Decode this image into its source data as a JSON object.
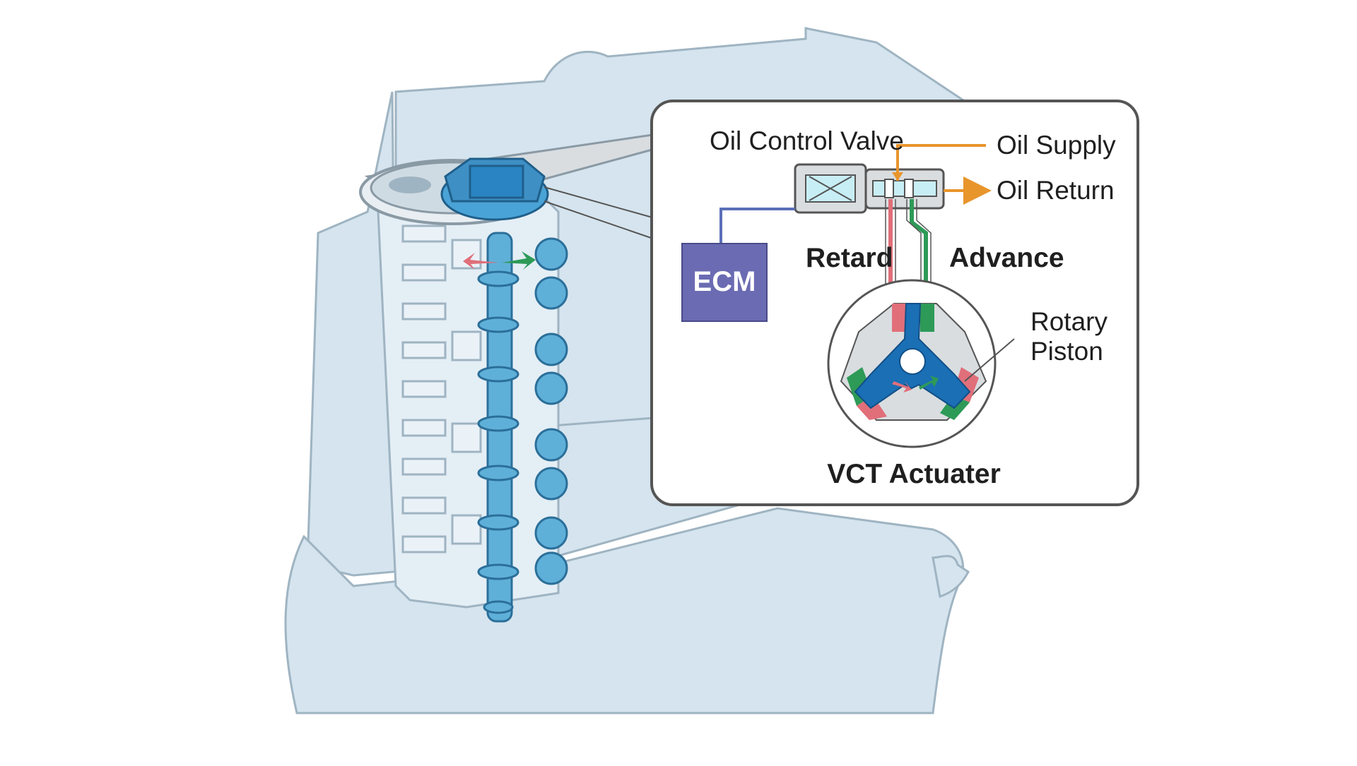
{
  "labels": {
    "oil_control_valve": "Oil Control Valve",
    "oil_supply": "Oil Supply",
    "oil_return": "Oil Return",
    "ecm": "ECM",
    "retard": "Retard",
    "advance": "Advance",
    "rotary_piston_line1": "Rotary",
    "rotary_piston_line2": "Piston",
    "vct_actuater": "VCT Actuater"
  },
  "colors": {
    "engine_fill": "#d5e4ee",
    "engine_stroke": "#9fb4c2",
    "cam_blue": "#5fb0d9",
    "rotor_blue": "#1a6fb5",
    "ecm_purple": "#6b6bb3",
    "oil_orange": "#e8952c",
    "retard_red": "#e06f7a",
    "advance_green": "#2e9a57",
    "signal_blue": "#5b6fb8"
  },
  "icons": {
    "engine": "outboard-engine-illustration",
    "camshaft": "camshaft-icon",
    "valve": "oil-control-valve-icon",
    "actuator": "vct-rotary-actuator-icon"
  }
}
